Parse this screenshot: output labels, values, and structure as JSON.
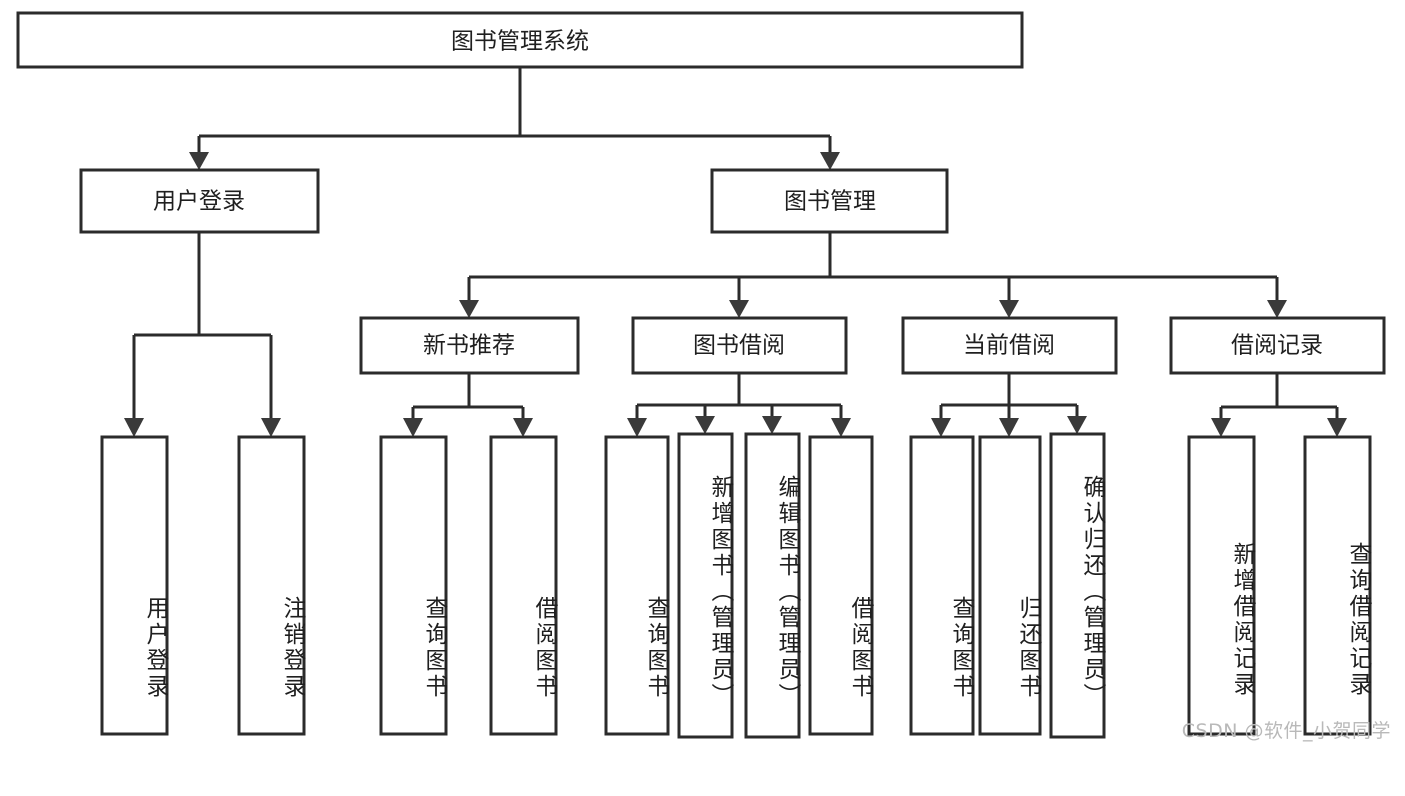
{
  "diagram": {
    "title": "图书管理系统",
    "type": "tree-hierarchy",
    "root": {
      "label": "图书管理系统",
      "orientation": "horizontal"
    },
    "level2": [
      {
        "label": "用户登录",
        "orientation": "horizontal"
      },
      {
        "label": "图书管理",
        "orientation": "horizontal"
      }
    ],
    "level3": [
      {
        "label": "新书推荐",
        "orientation": "horizontal"
      },
      {
        "label": "图书借阅",
        "orientation": "horizontal"
      },
      {
        "label": "当前借阅",
        "orientation": "horizontal"
      },
      {
        "label": "借阅记录",
        "orientation": "horizontal"
      }
    ],
    "leaves": [
      {
        "label": "用户登录",
        "orientation": "vertical",
        "parent": "用户登录"
      },
      {
        "label": "注销登录",
        "orientation": "vertical",
        "parent": "用户登录"
      },
      {
        "label": "查询图书",
        "orientation": "vertical",
        "parent": "新书推荐"
      },
      {
        "label": "借阅图书",
        "orientation": "vertical",
        "parent": "新书推荐"
      },
      {
        "label": "查询图书",
        "orientation": "vertical",
        "parent": "图书借阅"
      },
      {
        "label": "新增图书（管理员）",
        "orientation": "vertical",
        "parent": "图书借阅"
      },
      {
        "label": "编辑图书（管理员）",
        "orientation": "vertical",
        "parent": "图书借阅"
      },
      {
        "label": "借阅图书",
        "orientation": "vertical",
        "parent": "图书借阅"
      },
      {
        "label": "查询图书",
        "orientation": "vertical",
        "parent": "当前借阅"
      },
      {
        "label": "归还图书",
        "orientation": "vertical",
        "parent": "当前借阅"
      },
      {
        "label": "确认归还（管理员）",
        "orientation": "vertical",
        "parent": "当前借阅"
      },
      {
        "label": "新增借阅记录",
        "orientation": "vertical",
        "parent": "借阅记录"
      },
      {
        "label": "查询借阅记录",
        "orientation": "vertical",
        "parent": "借阅记录"
      }
    ],
    "colors": {
      "box_stroke": "#2b2b2b",
      "box_fill": "#ffffff",
      "connector": "#2b2b2b",
      "text": "#1f1f1f",
      "watermark": "#b9b9b9",
      "background": "#ffffff"
    }
  },
  "watermark": {
    "text": "CSDN @软件_小贺同学"
  }
}
